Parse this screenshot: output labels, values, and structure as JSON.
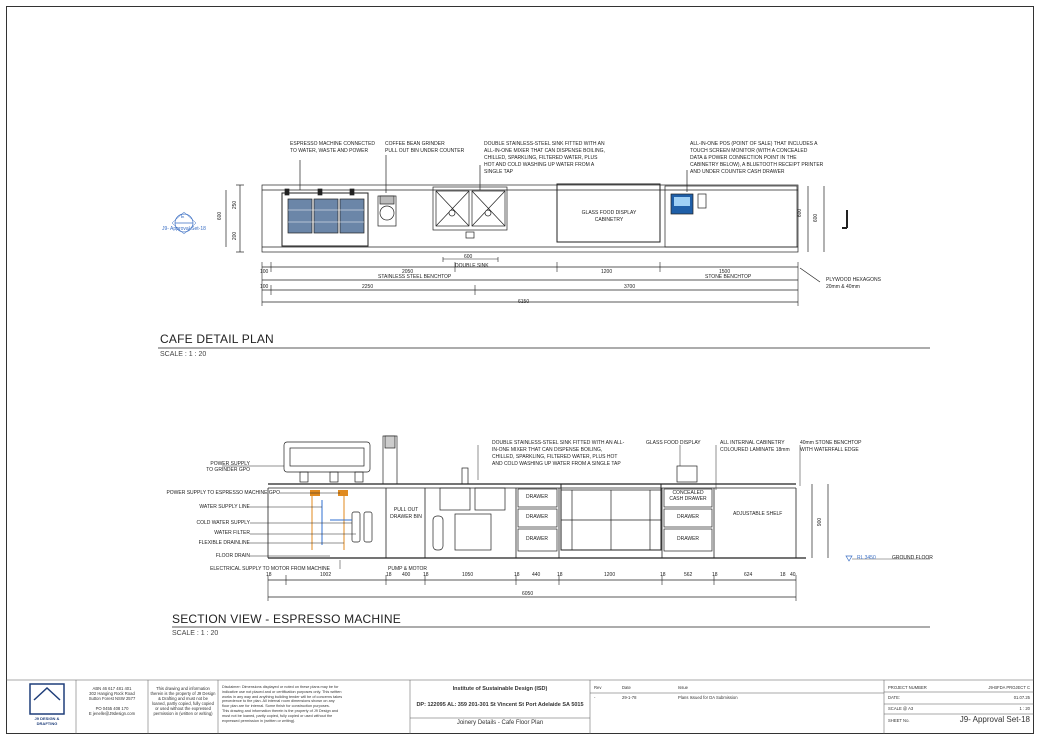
{
  "plan": {
    "title": "CAFE DETAIL PLAN",
    "scale": "SCALE :  1 : 20",
    "callouts": {
      "espresso": [
        "ESPRESSO MACHINE CONNECTED",
        "TO WATER, WASTE AND POWER"
      ],
      "grinder": [
        "COFFEE BEAN GRINDER",
        "PULL OUT BIN UNDER COUNTER"
      ],
      "sink": [
        "DOUBLE STAINLESS-STEEL SINK FITTED WITH AN",
        "ALL-IN-ONE MIXER THAT CAN DISPENSE BOILING,",
        "CHILLED, SPARKLING, FILTERED WATER, PLUS",
        "HOT AND COLD WASHING UP WATER FROM A",
        "SINGLE TAP"
      ],
      "pos": [
        "ALL-IN-ONE POS (POINT OF SALE) THAT INCLUDES A",
        "TOUCH SCREEN MONITOR (WITH A CONCEALED",
        "DATA & POWER CONNECTION POINT IN THE",
        "CABINETRY BELOW), A BLUETOOTH RECEIPT PRINTER",
        "AND UNDER COUNTER CASH DRAWER"
      ],
      "plywood": [
        "PLYWOOD HEXAGONS",
        "20mm & 40mm"
      ]
    },
    "display_label": [
      "GLASS FOOD DISPLAY",
      "CABINETRY"
    ],
    "double_sink": "DOUBLE SINK",
    "stainless": "STAINLESS STEEL BENCHTOP",
    "stone": "STONE BENCHTOP",
    "ref_tag_top": "E",
    "ref_tag_label": "J9- Approval Set-18",
    "dims": {
      "d100a": "100",
      "d2050": "2050",
      "d1200": "1200",
      "d1500": "1500",
      "d100b": "100",
      "d2250": "2250",
      "d3700": "3700",
      "d6150": "6150",
      "d600": "600",
      "left_a": "600",
      "left_b": "250",
      "left_c": "200",
      "right_a": "600",
      "right_b": "600"
    }
  },
  "section": {
    "title": "SECTION VIEW - ESPRESSO MACHINE",
    "scale": "SCALE :  1 : 20",
    "left_labels": [
      "POWER SUPPLY",
      "TO GRINDER GPO",
      "POWER SUPPLY TO ESPRESSO MACHINE GPO",
      "WATER SUPPLY LINE",
      "COLD WATER SUPPLY",
      "WATER FILTER",
      "FLEXIBLE DRAINLINE",
      "FLOOR DRAIN",
      "ELECTRICAL SUPPLY TO MOTOR FROM MACHINE"
    ],
    "callouts": {
      "sink": [
        "DOUBLE STAINLESS-STEEL SINK FITTED WITH AN ALL-",
        "IN-ONE MIXER THAT CAN DISPENSE BOILING,",
        "CHILLED, SPARKLING, FILTERED WATER, PLUS HOT",
        "AND COLD WASHING UP WATER FROM A SINGLE TAP"
      ],
      "display": "GLASS FOOD DISPLAY",
      "cabinetry": [
        "ALL INTERNAL CABINETRY",
        "COLOURED LAMINATE 18mm"
      ],
      "stone": [
        "40mm STONE BENCHTOP",
        "WITH WATERFALL EDGE"
      ],
      "pump": "PUMP & MOTOR",
      "ground": "GROUND FLOOR",
      "level": "RL 3450"
    },
    "pullout": [
      "PULL OUT",
      "DRAWER BIN"
    ],
    "drawer": "DRAWER",
    "cash": [
      "CONCEALED",
      "CASH DRAWER"
    ],
    "shelf": "ADJUSTABLE SHELF",
    "dims": {
      "a": "18",
      "b": "1002",
      "c": "18",
      "d": "400",
      "e": "18",
      "f": "1050",
      "g": "18",
      "h": "440",
      "i": "18",
      "j": "1200",
      "k": "18",
      "l": "562",
      "m": "18",
      "n": "624",
      "o": "18",
      "p": "40",
      "total": "6050",
      "height": "900"
    }
  },
  "title_block": {
    "company_lines": [
      "ABN 46 617 481 401",
      "302 Hanging Rock Road",
      "Sutton Forest NSW 2577",
      "",
      "PO 0455 408 170",
      "E jenelle@J9design.com"
    ],
    "logo_text": [
      "J9 DESIGN &",
      "DRAFTING"
    ],
    "copyright": [
      "This drawing and information",
      "therein is the property of J9 Design",
      "& Drafting and must not be",
      "loaned, partly copied, fully copied",
      "or used without the expressed",
      "permission in (written or writing)"
    ],
    "disclaimer": [
      "Disclaimer: Dimensions displayed or noted on these plans may be for",
      "indicative use not placed and or certification purposes only. This written",
      "works in any way and anything building tender will be of concerns takes",
      "precedence to the plan. All internal room dimensions shown on any",
      "floor plan are for internal. Some finish for construction purposes.",
      "This drawing and information therein is the property of J9 Design and",
      "must not be loaned, partly copied, fully copied or used without the",
      "expressed permission in (written or writing)."
    ],
    "client": "Institute of Sustainable Design (ISD)",
    "address": "DP: 122095  AL: 359   201-301 St Vincent St Port Adelaide SA 5015",
    "drawing_title": "Joinery Details - Cafe Floor Plan",
    "rev_head": [
      "Rev",
      "Date",
      "Issue"
    ],
    "rev_row": [
      "-",
      "29-1-78",
      "Plans Issued for DA Submission"
    ],
    "labels": [
      "PROJECT NUMBER",
      "DATE:",
      "SCALE @ A3",
      "SHEET No."
    ],
    "values": [
      "J9-BFDA PROJECT C",
      "01.07.25",
      "1 : 20",
      "J9- Approval Set-18"
    ]
  }
}
